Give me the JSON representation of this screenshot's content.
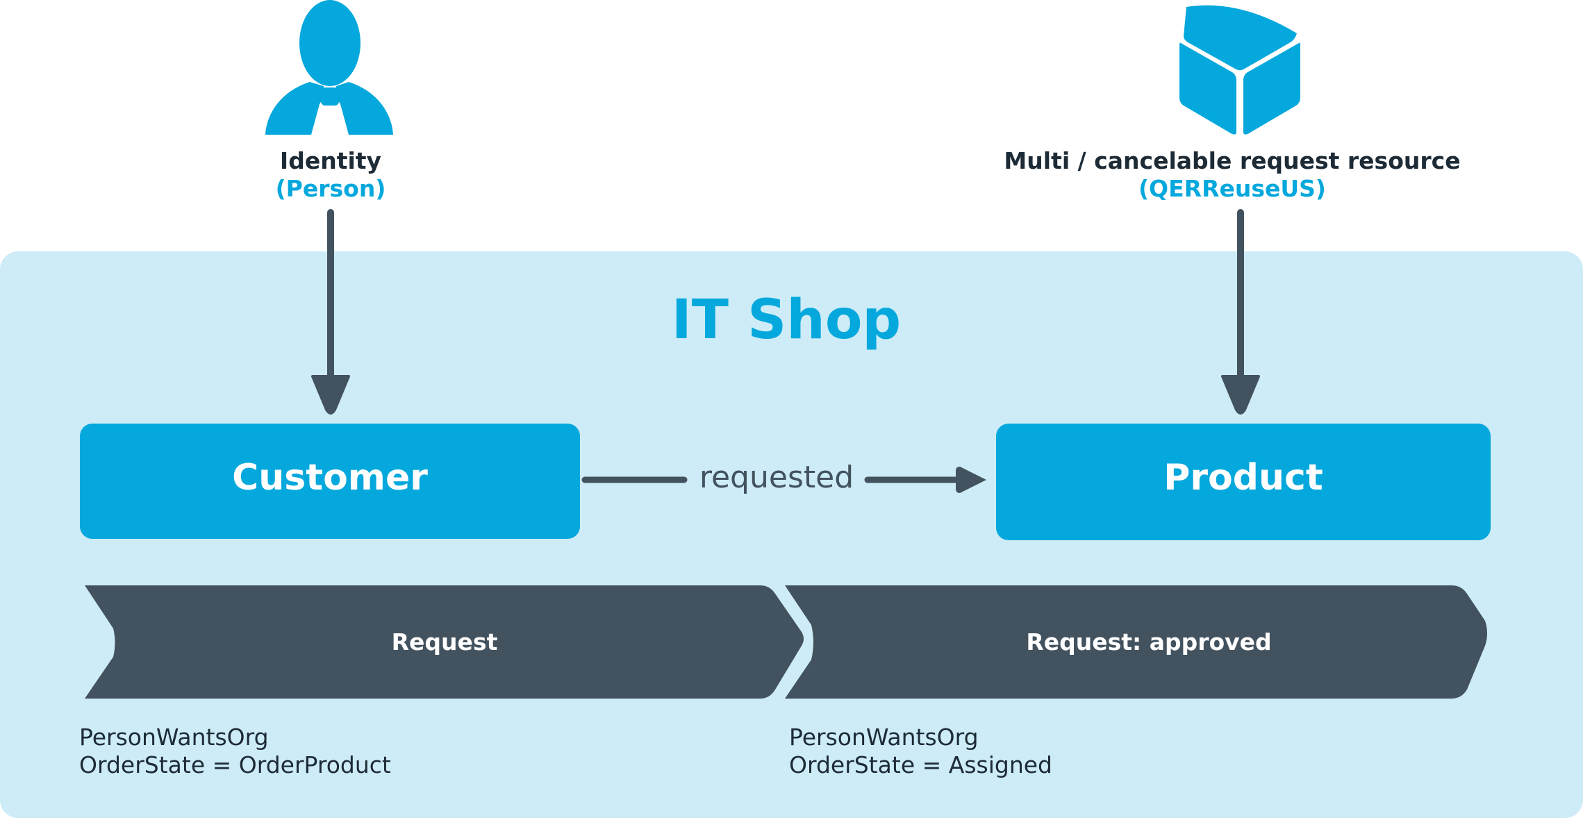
{
  "colors": {
    "accent": "#05a8dc",
    "panel": "#cdecf7",
    "dark": "#42525e",
    "text": "#1d2b36"
  },
  "icons": {
    "identity": "person-icon",
    "resource": "cube-icon"
  },
  "identity": {
    "label": "Identity",
    "table": "(Person)"
  },
  "resource": {
    "label": "Multi / cancelable request resource",
    "table": "(QERReuseUS)"
  },
  "panel": {
    "title": "IT Shop"
  },
  "nodes": {
    "customer": "Customer",
    "product": "Product"
  },
  "edge": {
    "label": "requested"
  },
  "stages": [
    {
      "label": "Request",
      "notes": [
        "PersonWantsOrg",
        "OrderState = OrderProduct"
      ]
    },
    {
      "label": "Request: approved",
      "notes": [
        "PersonWantsOrg",
        "OrderState = Assigned"
      ]
    }
  ]
}
